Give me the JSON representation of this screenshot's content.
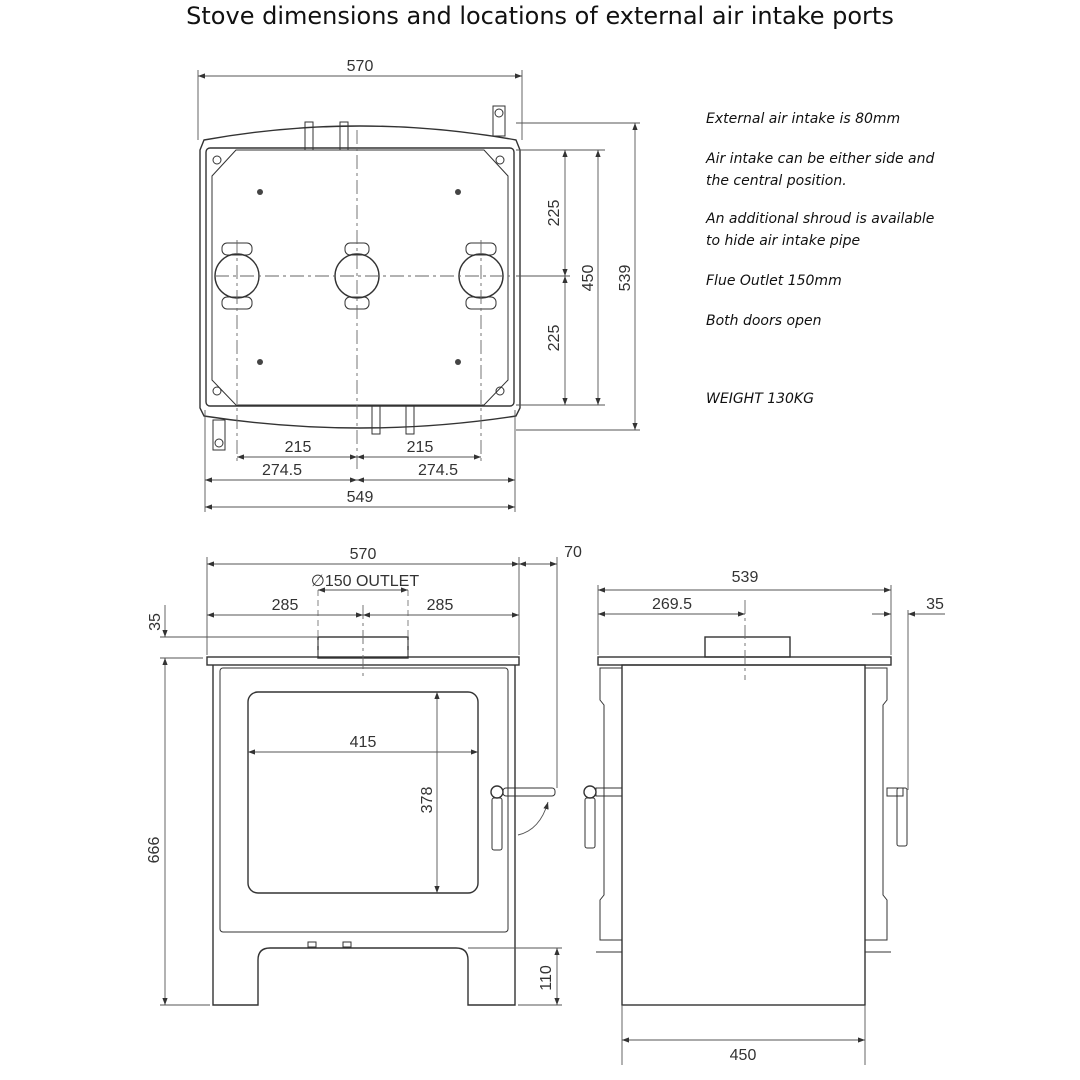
{
  "title": "Stove dimensions and locations of external air intake ports",
  "notes": [
    "External air intake is 80mm",
    "Air intake can be either side and",
    "the central position.",
    "An additional shroud is available",
    "to hide air intake pipe",
    "Flue Outlet 150mm",
    "Both doors open",
    "WEIGHT 130KG"
  ],
  "top_view": {
    "width_overall": "570",
    "depth_half_1": "225",
    "depth_half_2": "225",
    "depth_inner": "450",
    "depth_overall": "539",
    "port_left_offset": "215",
    "port_right_offset": "215",
    "half_width_left": "274.5",
    "half_width_right": "274.5",
    "width_base": "549"
  },
  "front_view": {
    "width_overall": "570",
    "handle_projection": "70",
    "outlet_label": "∅150 OUTLET",
    "outlet_center_left": "285",
    "outlet_center_right": "285",
    "top_thickness": "35",
    "glass_width": "415",
    "glass_height": "378",
    "height_overall": "666",
    "leg_height": "110"
  },
  "side_view": {
    "depth_overall": "539",
    "outlet_center": "269.5",
    "top_overhang": "35",
    "body_depth": "450"
  }
}
